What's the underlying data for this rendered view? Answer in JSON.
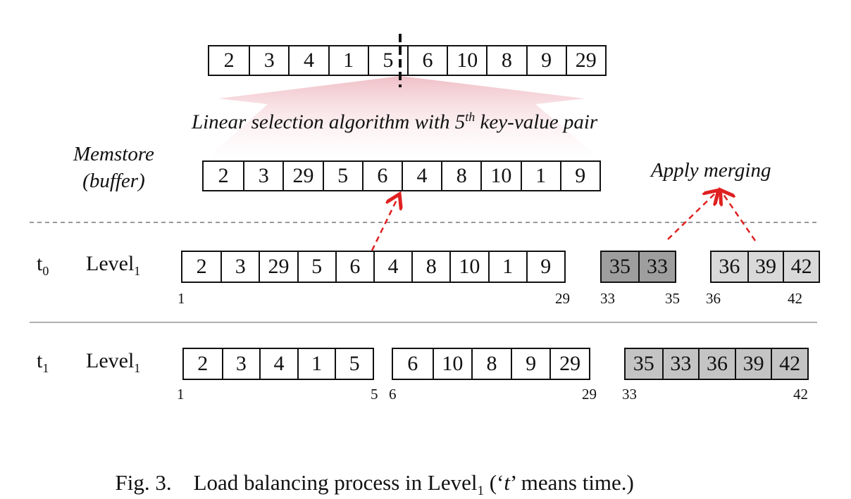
{
  "top_array": [
    "2",
    "3",
    "4",
    "1",
    "5",
    "6",
    "10",
    "8",
    "9",
    "29"
  ],
  "algorithm_label": "Linear selection algorithm with 5",
  "algorithm_sup": "th",
  "algorithm_label_tail": " key-value pair",
  "memstore_label_1": "Memstore",
  "memstore_label_2": "(buffer)",
  "memstore_array": [
    "2",
    "3",
    "29",
    "5",
    "6",
    "4",
    "8",
    "10",
    "1",
    "9"
  ],
  "apply_merging": "Apply merging",
  "t0": {
    "time": "t",
    "time_sub": "0",
    "level": "Level",
    "level_sub": "1",
    "main_array": [
      "2",
      "3",
      "29",
      "5",
      "6",
      "4",
      "8",
      "10",
      "1",
      "9"
    ],
    "main_range": [
      "1",
      "29"
    ],
    "dark_array": [
      "35",
      "33"
    ],
    "dark_range": [
      "33",
      "35"
    ],
    "light_array": [
      "36",
      "39",
      "42"
    ],
    "light_range": [
      "36",
      "42"
    ]
  },
  "t1": {
    "time": "t",
    "time_sub": "1",
    "level": "Level",
    "level_sub": "1",
    "left_array": [
      "2",
      "3",
      "4",
      "1",
      "5"
    ],
    "left_range": [
      "1",
      "5"
    ],
    "mid_array": [
      "6",
      "10",
      "8",
      "9",
      "29"
    ],
    "mid_range": [
      "6",
      "29"
    ],
    "right_array": [
      "35",
      "33",
      "36",
      "39",
      "42"
    ],
    "right_range": [
      "33",
      "42"
    ]
  },
  "caption": "Fig. 3.    Load balancing process in Level",
  "caption_sub": "1",
  "caption_tail_1": " (‘",
  "caption_t": "t",
  "caption_tail_2": "’ means time.)",
  "colors": {
    "dark_box": "#9e9e9e",
    "light_box": "#d9d9d9",
    "right_box": "#c4c4c4",
    "arrow": "#e02020",
    "fan": "#e8a0a8"
  }
}
